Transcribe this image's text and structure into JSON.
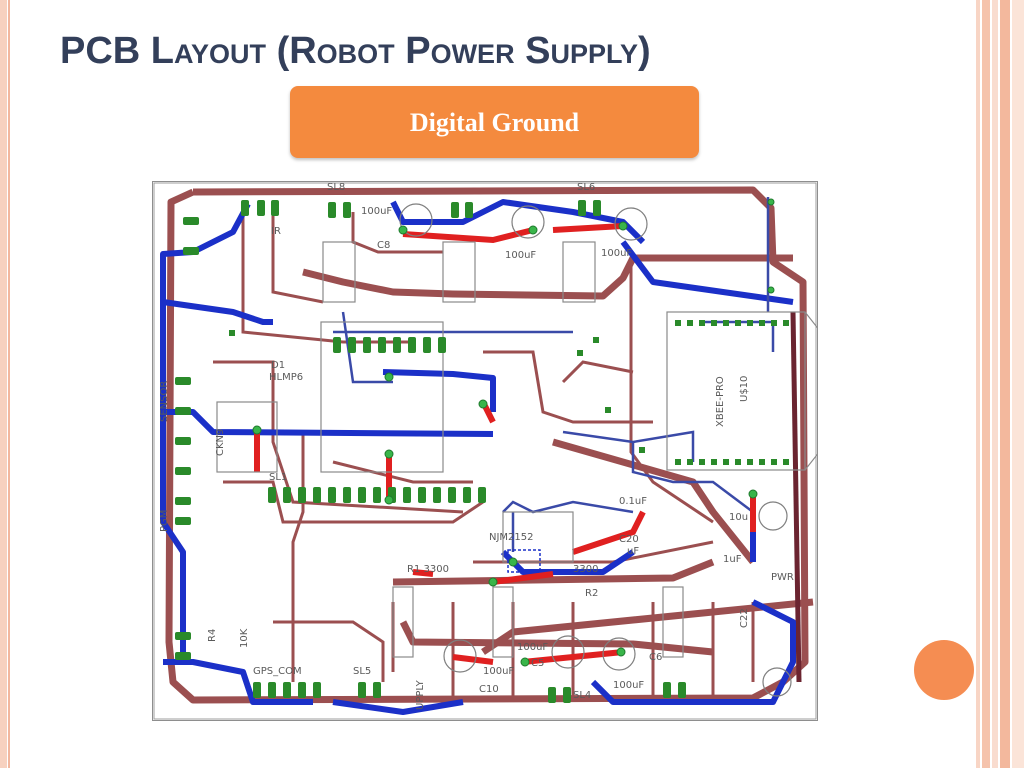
{
  "slide": {
    "title": "PCB Layout (Robot Power Supply)",
    "callout_label": "Digital Ground"
  },
  "pcb": {
    "labels": {
      "sl8": "SL8",
      "sl5": "SL5",
      "sl4": "SL4",
      "sl6": "SL6",
      "sl1": "SL1",
      "c8": "C8",
      "c100uf_a": "100uF",
      "c100uf_b": "100uF",
      "c100uf_c": "100uF",
      "c100uf_d": "100uF",
      "c100uf_e": "100uF",
      "c100uf_f": "100uF",
      "ir": "IR",
      "d1": "D1",
      "hlmp": "HLMP6",
      "ckn": "CKN9",
      "xbee": "XBEE-PRO",
      "u10": "U$10",
      "njm": "NJM2152",
      "c20": "C20",
      "c1uf": "0.1uF",
      "uf": "uF",
      "r1": "R1 3300",
      "r2": "R2",
      "r3300": "3300",
      "r4": "R4",
      "r10k": "10K",
      "gps": "GPS_COM",
      "pwr": "PWR",
      "c22": "C22",
      "c5": "C5",
      "c6": "C6",
      "c10": "C10",
      "c10uf": "10u",
      "c1uf_b": "1uF",
      "pgm": "PGM",
      "sensor": "SENSOR",
      "upply": "UPPLY"
    }
  }
}
